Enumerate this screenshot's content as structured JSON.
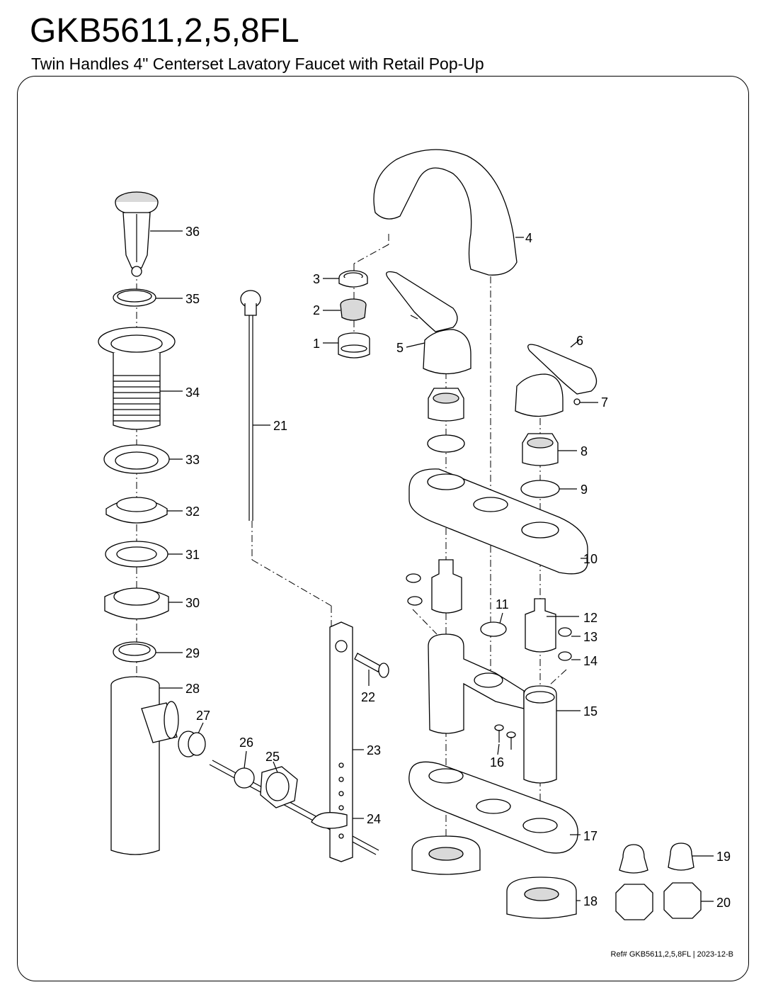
{
  "header": {
    "title": "GKB5611,2,5,8FL",
    "subtitle": "Twin Handles 4\" Centerset Lavatory Faucet with Retail Pop-Up"
  },
  "footer": {
    "ref": "Ref# GKB5611,2,5,8FL | 2023-12-B"
  },
  "callouts": [
    "1",
    "2",
    "3",
    "4",
    "5",
    "6",
    "7",
    "8",
    "9",
    "10",
    "11",
    "12",
    "13",
    "14",
    "15",
    "16",
    "17",
    "18",
    "19",
    "20",
    "21",
    "22",
    "23",
    "24",
    "25",
    "26",
    "27",
    "28",
    "29",
    "30",
    "31",
    "32",
    "33",
    "34",
    "35",
    "36"
  ]
}
